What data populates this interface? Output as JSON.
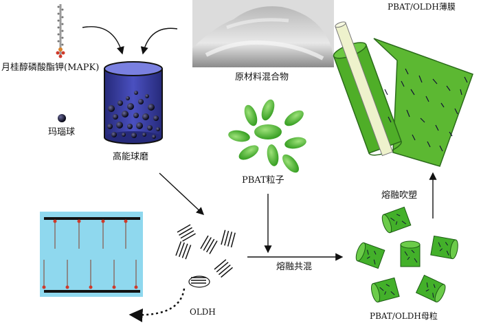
{
  "labels": {
    "mapk": "月桂醇磷酸酯钾(MAPK)",
    "agate_ball": "玛瑙球",
    "ball_mill": "高能球磨",
    "raw_mix": "原材料混合物",
    "pbat_pellet": "PBAT粒子",
    "melt_blend": "熔融共混",
    "oldh": "OLDH",
    "masterbatch": "PBAT/OLDH母粒",
    "blow_molding": "熔融吹塑",
    "film": "PBAT/OLDH薄膜"
  },
  "colors": {
    "jar_fill": "#3a3fa8",
    "ball": "#111133",
    "pellet_green": "#43b02a",
    "film_green": "#5cb832",
    "tube": "#e8f0c8",
    "layer_bg": "#8fd8ee",
    "powder": "#d9d9d9"
  }
}
